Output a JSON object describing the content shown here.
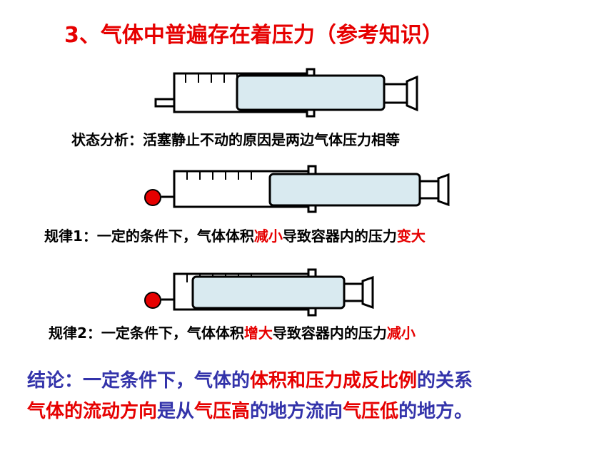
{
  "title": "3、气体中普遍存在着压力（参考知识）",
  "caption1": "状态分析：活塞静止不动的原因是两边气体压力相等",
  "rule1": {
    "prefix": "规律1：一定的条件下，气体体积",
    "hl1": "减小",
    "middle": "导致容器内的压力",
    "hl2": "变大"
  },
  "rule2": {
    "prefix": "规律2：一定条件下，气体体积",
    "hl1": "增大",
    "middle": "导致容器内的压力",
    "hl2": "减小"
  },
  "conclusion": {
    "line1": [
      {
        "text": "结论：一定条件下，气体的",
        "color": "blue"
      },
      {
        "text": "体积和压力成反比例",
        "color": "red"
      },
      {
        "text": "的关系",
        "color": "blue"
      }
    ],
    "line2": [
      {
        "text": "气体的流动方向",
        "color": "red"
      },
      {
        "text": "是从",
        "color": "blue"
      },
      {
        "text": "气压高",
        "color": "red"
      },
      {
        "text": "的地方流向",
        "color": "blue"
      },
      {
        "text": "气压低",
        "color": "red"
      },
      {
        "text": "的地方。",
        "color": "blue"
      }
    ]
  },
  "colors": {
    "red": "#e60000",
    "blue": "#3333aa",
    "fluid": "#d9eaf0"
  }
}
